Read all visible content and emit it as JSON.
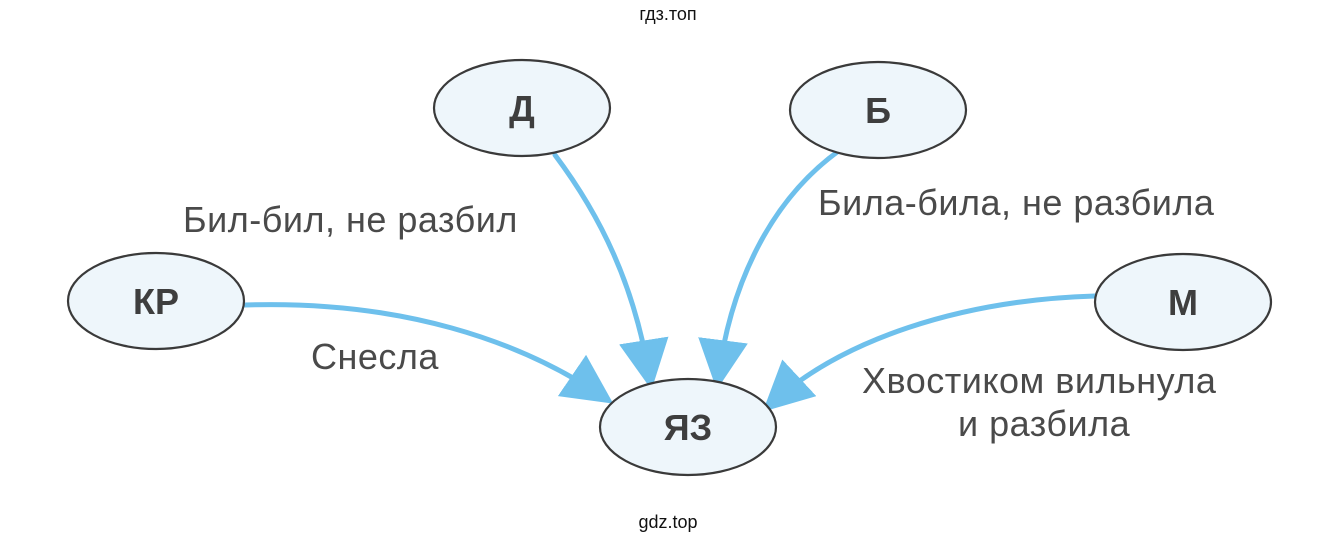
{
  "watermarks": {
    "top": "гдз.топ",
    "bottom": "gdz.top"
  },
  "colors": {
    "arrow": "#6ec0ec",
    "node_fill": "#eef6fb",
    "node_stroke": "#3a3a3a",
    "text": "#4a4a4a"
  },
  "nodes": {
    "d": "Д",
    "b": "Б",
    "kr": "КР",
    "m": "М",
    "yaz": "ЯЗ"
  },
  "edges": {
    "d_to_yaz": "Бил-бил, не разбил",
    "b_to_yaz": "Била-била, не разбила",
    "kr_to_yaz": "Снесла",
    "m_to_yaz_line1": "Хвостиком вильнула",
    "m_to_yaz_line2": "и разбила"
  }
}
